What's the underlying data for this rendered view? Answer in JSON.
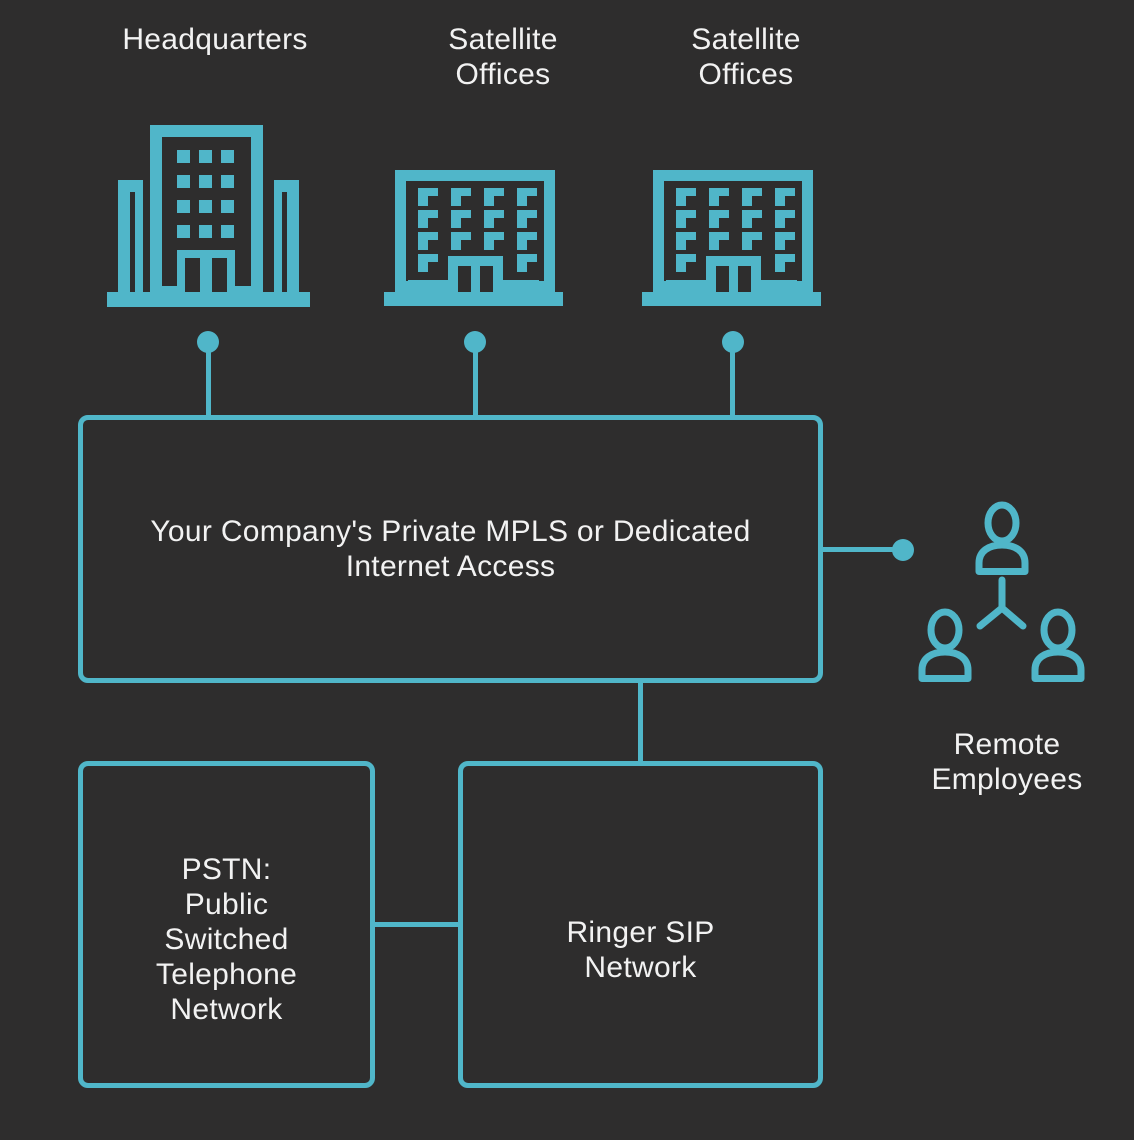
{
  "colors": {
    "background": "#2e2d2d",
    "accent": "#50b6c9",
    "text": "#f2f2f2"
  },
  "labels": {
    "headquarters": "Headquarters",
    "satellite_offices_1": "Satellite\nOffices",
    "satellite_offices_2": "Satellite\nOffices",
    "remote_employees": "Remote\nEmployees"
  },
  "boxes": {
    "mpls": "Your Company's Private MPLS or Dedicated\nInternet Access",
    "pstn": "PSTN:\nPublic\nSwitched\nTelephone\nNetwork",
    "ringer": "Ringer SIP\nNetwork"
  },
  "icons": {
    "headquarters": "office-building-icon",
    "satellite_1": "office-building-icon",
    "satellite_2": "office-building-icon",
    "remote_employees": "people-network-icon"
  }
}
